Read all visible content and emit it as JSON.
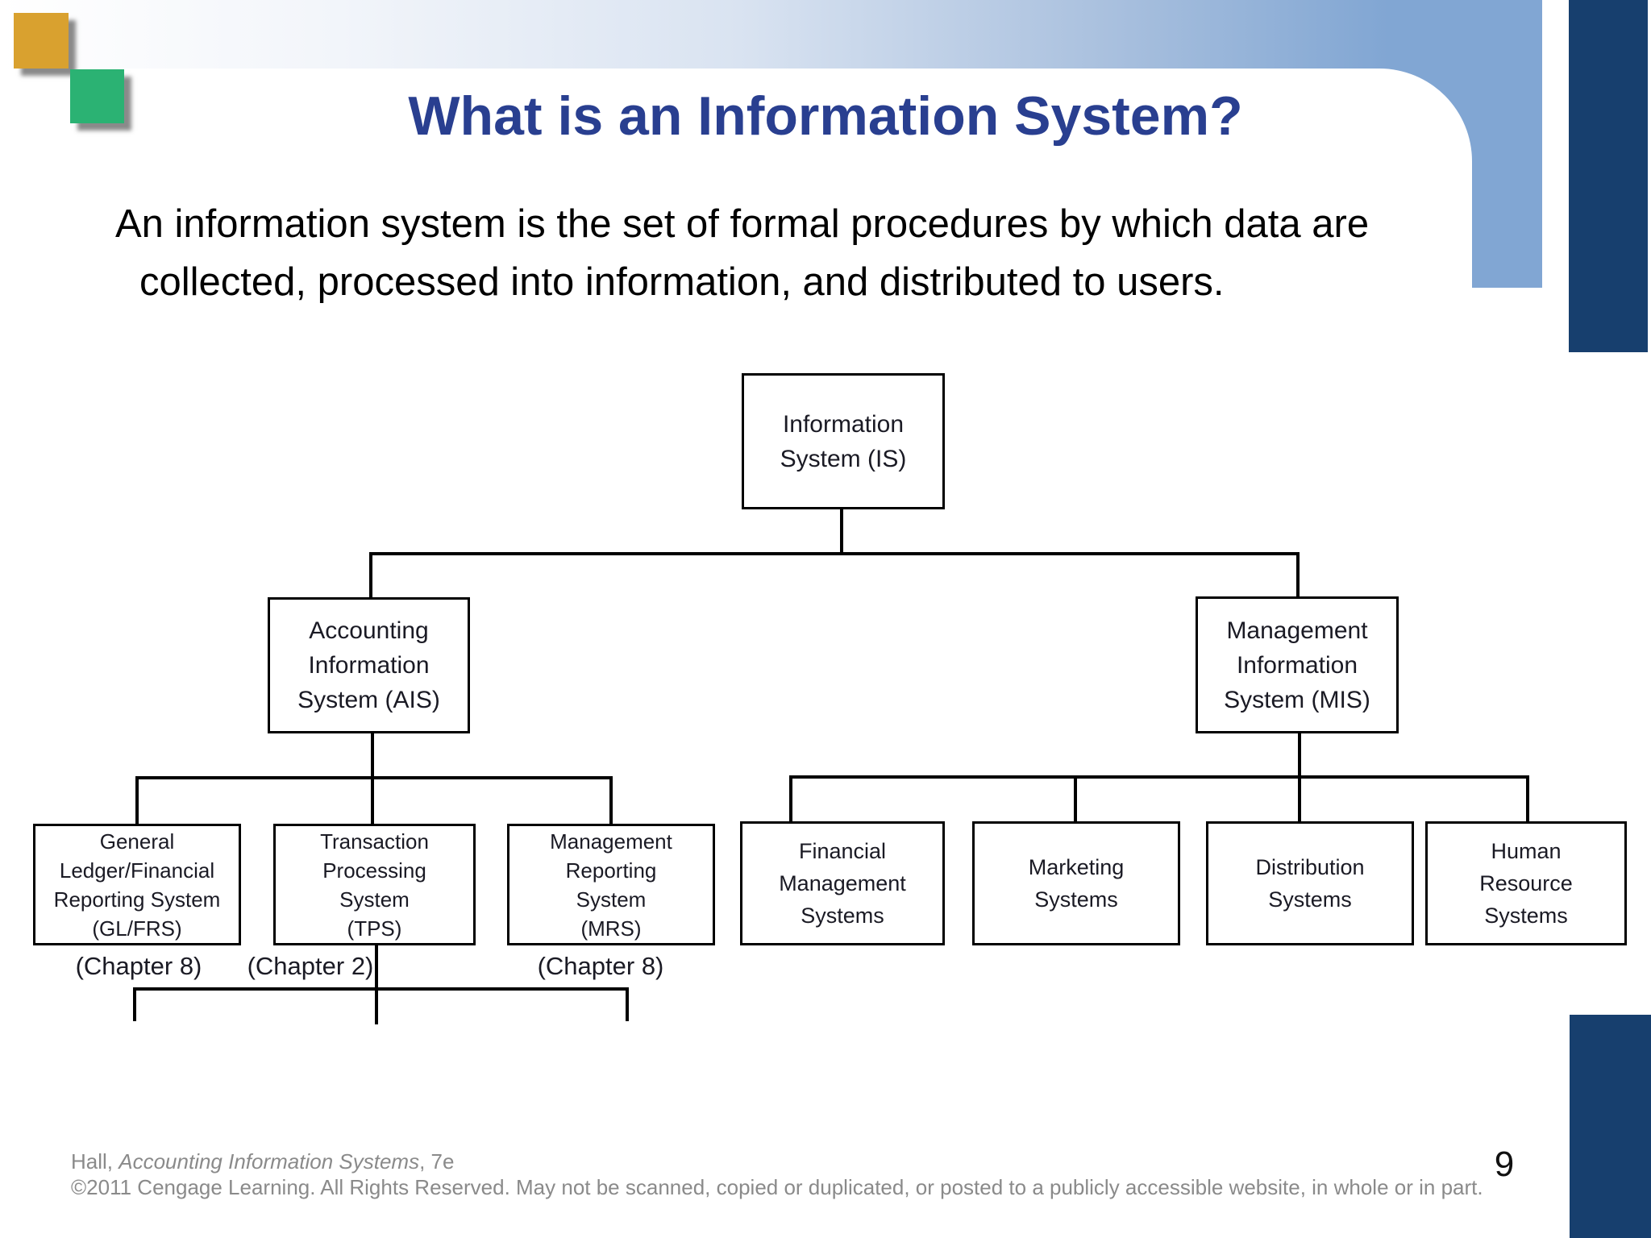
{
  "slide": {
    "title": "What is an Information System?",
    "body_line1": "An information system is the set of formal procedures by which data are",
    "body_line2": "collected, processed into information, and distributed to users.",
    "page_number": "9"
  },
  "diagram": {
    "is": "Information\nSystem (IS)",
    "ais": "Accounting\nInformation\nSystem (AIS)",
    "mis": "Management\nInformation\nSystem (MIS)",
    "glfrs": "General\nLedger/Financial\nReporting System\n(GL/FRS)",
    "tps": "Transaction\nProcessing\nSystem\n(TPS)",
    "mrs": "Management\nReporting\nSystem\n(MRS)",
    "financial": "Financial\nManagement\nSystems",
    "marketing": "Marketing\nSystems",
    "distribution": "Distribution\nSystems",
    "human_resource": "Human\nResource\nSystems",
    "chapter_glfrs": "(Chapter 8)",
    "chapter_tps": "(Chapter 2)",
    "chapter_mrs": "(Chapter 8)"
  },
  "footer": {
    "citation_prefix": "Hall, ",
    "citation_book": "Accounting Information Systems",
    "citation_suffix": ", 7e",
    "copyright": "©2011 Cengage Learning. All Rights Reserved. May not be scanned, copied or duplicated, or posted to a publicly accessible website, in whole or in part."
  },
  "colors": {
    "title_blue": "#293f90",
    "navy": "#173f6e",
    "light_blue": "#81a6d3",
    "orange": "#d9a12f",
    "green": "#2bb273",
    "footer_gray": "#8a8a8a"
  }
}
